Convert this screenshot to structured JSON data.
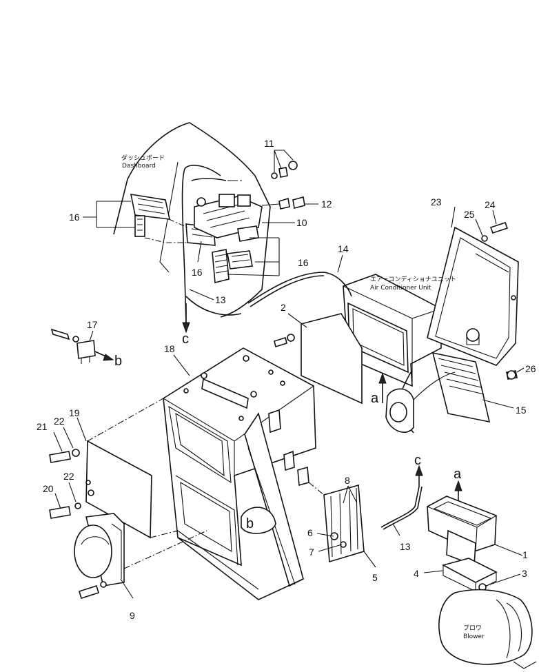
{
  "diagram": {
    "labels": {
      "dashboard_jp": "ダッシュボード",
      "dashboard_en": "Dashboard",
      "ac_unit_jp": "エアーコンディショナユニット",
      "ac_unit_en": "Air Conditioner Unit",
      "blower_jp": "ブロワ",
      "blower_en": "Blower"
    },
    "callouts": {
      "p1": "1",
      "p2": "2",
      "p3": "3",
      "p4": "4",
      "p5": "5",
      "p6": "6",
      "p7": "7",
      "p8": "8",
      "p9": "9",
      "p10": "10",
      "p11": "11",
      "p12": "12",
      "p13a": "13",
      "p13b": "13",
      "p14": "14",
      "p15": "15",
      "p16a": "16",
      "p16b": "16",
      "p16c": "16",
      "p17": "17",
      "p18": "18",
      "p19": "19",
      "p20": "20",
      "p21": "21",
      "p22a": "22",
      "p22b": "22",
      "p23": "23",
      "p24": "24",
      "p25": "25",
      "p26": "26"
    },
    "connectors": {
      "a1": "a",
      "a2": "a",
      "b1": "b",
      "b2": "b",
      "c1": "c",
      "c2": "c"
    }
  }
}
